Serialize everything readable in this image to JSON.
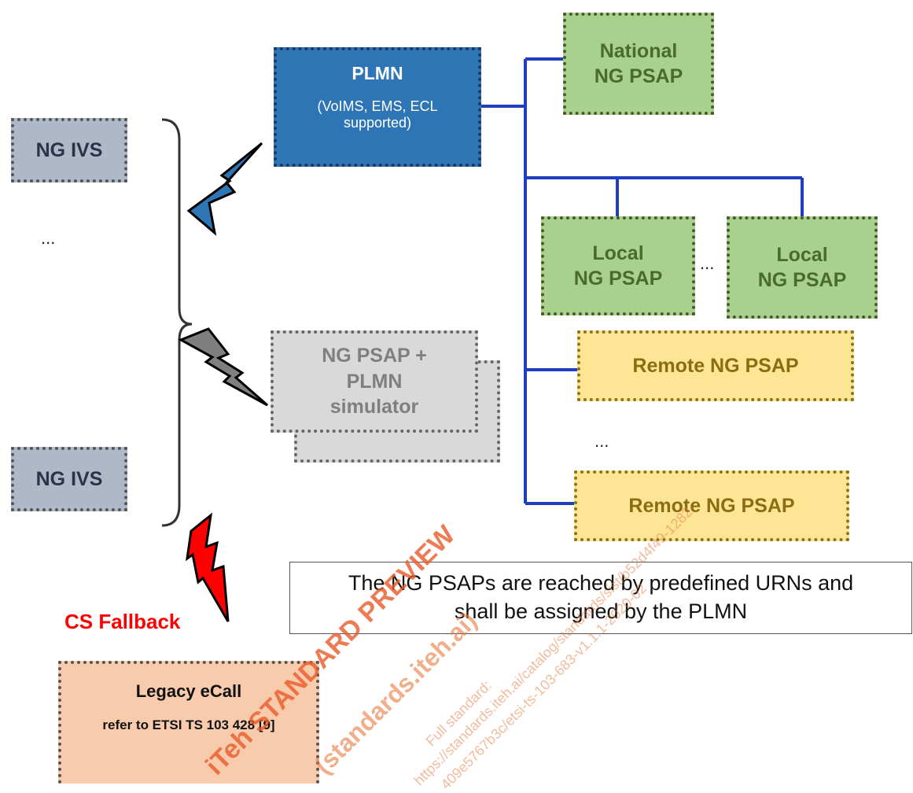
{
  "ivs": {
    "top": "NG IVS",
    "bottom": "NG IVS",
    "ellipsis": "..."
  },
  "plmn": {
    "title": "PLMN",
    "subtitle_line1": "(VoIMS, EMS, ECL",
    "subtitle_line2": "supported)"
  },
  "national": {
    "line1": "National",
    "line2": "NG PSAP"
  },
  "local": [
    {
      "line1": "Local",
      "line2": "NG PSAP"
    },
    {
      "line1": "Local",
      "line2": "NG PSAP"
    }
  ],
  "local_ellipsis": "...",
  "remote": [
    "Remote NG PSAP",
    "Remote NG PSAP"
  ],
  "remote_ellipsis": "...",
  "simulator": {
    "line1": "NG PSAP +",
    "line2": "PLMN",
    "line3": "simulator"
  },
  "note": {
    "line1": "The NG PSAPs are reached by predefined URNs and",
    "line2": "shall be assigned by the PLMN"
  },
  "fallback_label": "CS Fallback",
  "legacy": {
    "title": "Legacy eCall",
    "subtitle": "refer to ETSI TS 103 428 [9]"
  },
  "watermark": {
    "line1": "iTeh STANDARD PREVIEW",
    "line2": "(standards.iteh.ai)",
    "line3": "Full standard:",
    "line4": "https://standards.iteh.ai/catalog/standards/sist/b52d4f49-1282-",
    "line5": "409e5767b3c/etsi-ts-103-683-v1.1.1-2020-02"
  },
  "colors": {
    "connector": "#1f3fbf",
    "plmn_fill": "#2e75b6",
    "green_fill": "#a9d18e",
    "yellow_fill": "#fde596",
    "ivs_fill": "#aeb8c8",
    "simulator_fill": "#d9d9d9",
    "legacy_fill": "#f8cbad",
    "fallback_text": "#ff0000",
    "bolt_blue": "#2e75b6",
    "bolt_grey": "#7f7f7f",
    "bolt_red": "#ff0000"
  }
}
